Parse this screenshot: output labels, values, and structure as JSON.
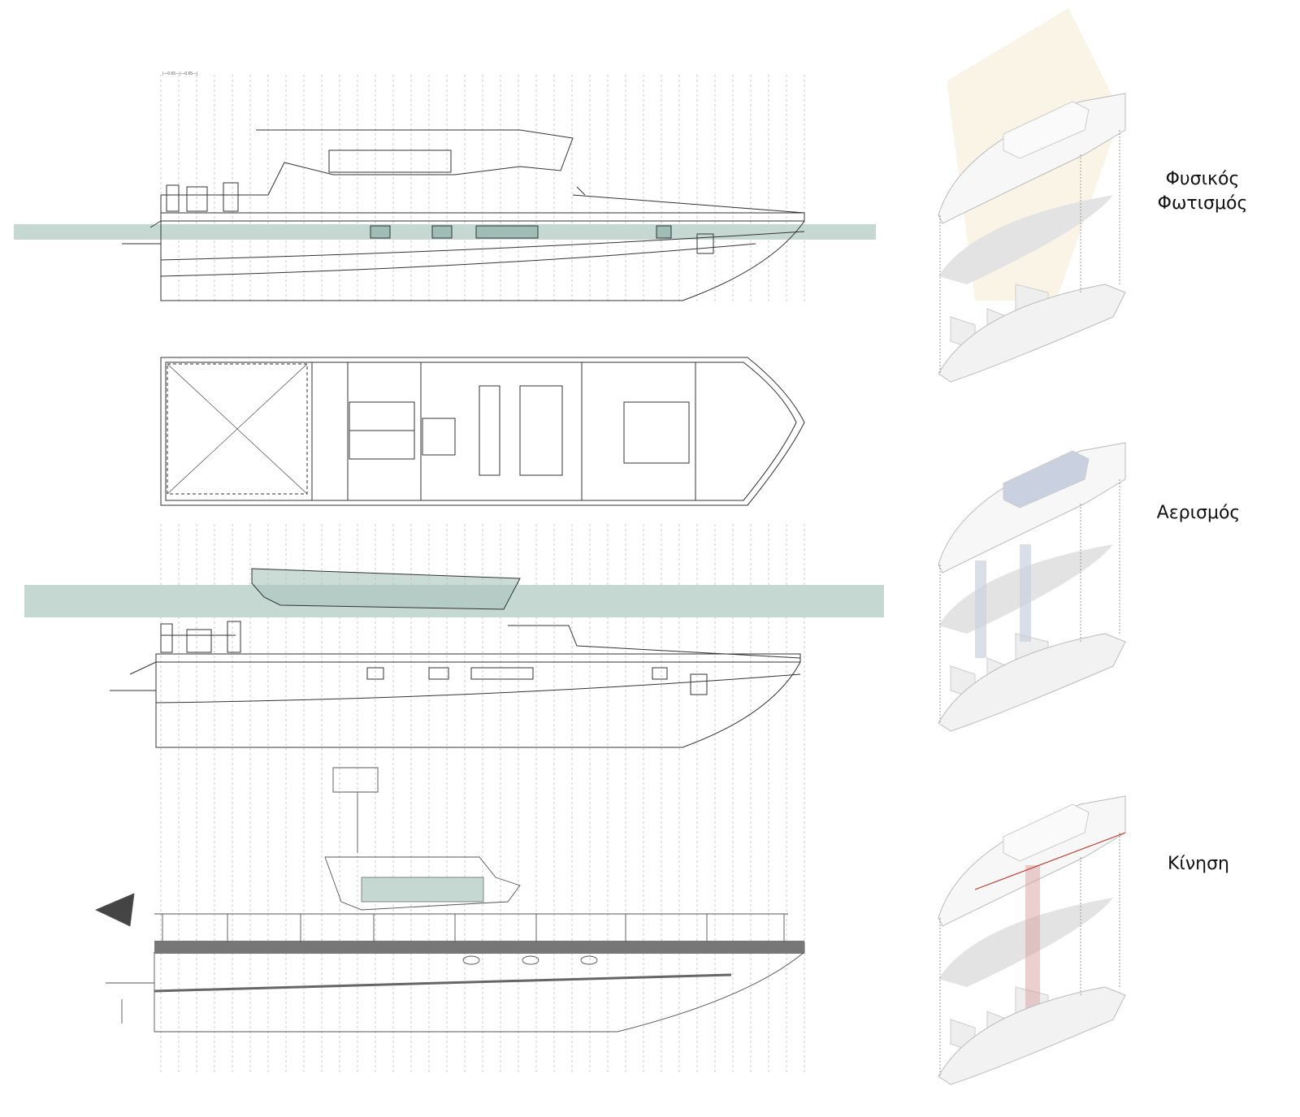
{
  "dimensions": {
    "left": "0.65",
    "right": "0.65"
  },
  "diagrams": [
    {
      "title_line1": "Φυσικός",
      "title_line2": "Φωτισμός",
      "accent": "#f5ead0"
    },
    {
      "title": "Αερισμός",
      "accent": "#c9d0e0"
    },
    {
      "title": "Κίνηση",
      "accent": "#c0392b"
    }
  ],
  "colors": {
    "band": "#c6d8d2",
    "band_dark": "#9fbdb4",
    "line": "#333333",
    "grid": "#9a9a9a"
  }
}
